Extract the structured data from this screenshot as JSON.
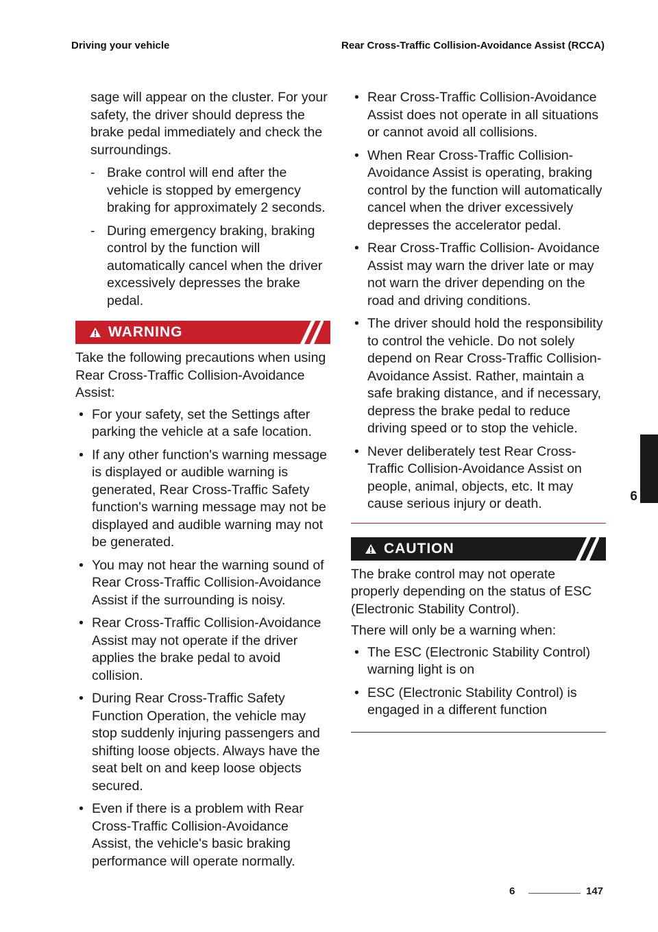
{
  "header": {
    "left": "Driving your vehicle",
    "right": "Rear Cross-Traffic Collision-Avoidance Assist (RCCA)"
  },
  "left_column": {
    "intro": "sage will appear on the cluster. For your safety, the driver should depress the brake pedal immediately and check the surroundings.",
    "sub_items": [
      "Brake control will end after the vehicle is stopped by emergency braking for approximately 2 seconds.",
      "During emergency braking, braking control by the function will automatically cancel when the driver excessively depresses the brake pedal."
    ],
    "warning": {
      "title": "WARNING",
      "icon": "warning-triangle-icon",
      "color": "#c8202b",
      "intro": "Take the following precautions when using Rear Cross-Traffic Collision-Avoidance Assist:",
      "items": [
        "For your safety, set the Settings after parking the vehicle at a safe location.",
        "If any other function's warning message is displayed or audible warning is generated, Rear Cross-Traffic Safety function's warning message may not be displayed and audible warning may not be generated.",
        "You may not hear the warning sound of Rear Cross-Traffic Collision-Avoidance Assist if the surrounding is noisy.",
        "Rear Cross-Traffic Collision-Avoidance Assist may not operate if the driver applies the brake pedal to avoid collision.",
        "During Rear Cross-Traffic Safety Function Operation, the vehicle may stop suddenly injuring passengers and shifting loose objects. Always have the seat belt on and keep loose objects secured.",
        "Even if there is a problem with Rear Cross-Traffic Collision-Avoidance Assist, the vehicle's basic braking performance will operate normally."
      ]
    }
  },
  "right_column": {
    "items": [
      "Rear Cross-Traffic Collision-Avoidance Assist does not operate in all situations or cannot avoid all collisions.",
      "When Rear Cross-Traffic Collision-Avoidance Assist is operating, braking control by the function will automatically cancel when the driver excessively depresses the accelerator pedal.",
      "Rear Cross-Traffic Collision- Avoidance Assist may warn the driver late or may not warn the driver depending on the road and driving conditions.",
      "The driver should hold the responsibility to control the vehicle. Do not solely depend on Rear Cross-Traffic Collision-Avoidance Assist. Rather, maintain a safe braking distance, and if necessary, depress the brake pedal to reduce driving speed or to stop the vehicle.",
      "Never deliberately test Rear Cross-Traffic Collision-Avoidance Assist on people, animal, objects, etc. It may cause serious injury or death."
    ],
    "caution": {
      "title": "CAUTION",
      "icon": "caution-triangle-icon",
      "color": "#1a1a1a",
      "text": "The brake control may not operate properly depending on the status of ESC (Electronic Stability Control).",
      "lead": "There will only be a warning when:",
      "items": [
        "The ESC (Electronic Stability Control) warning light is on",
        "ESC (Electronic Stability Control) is engaged in a different function"
      ]
    }
  },
  "side_tab": {
    "label": "6"
  },
  "footer": {
    "chapter": "6",
    "page": "147"
  }
}
